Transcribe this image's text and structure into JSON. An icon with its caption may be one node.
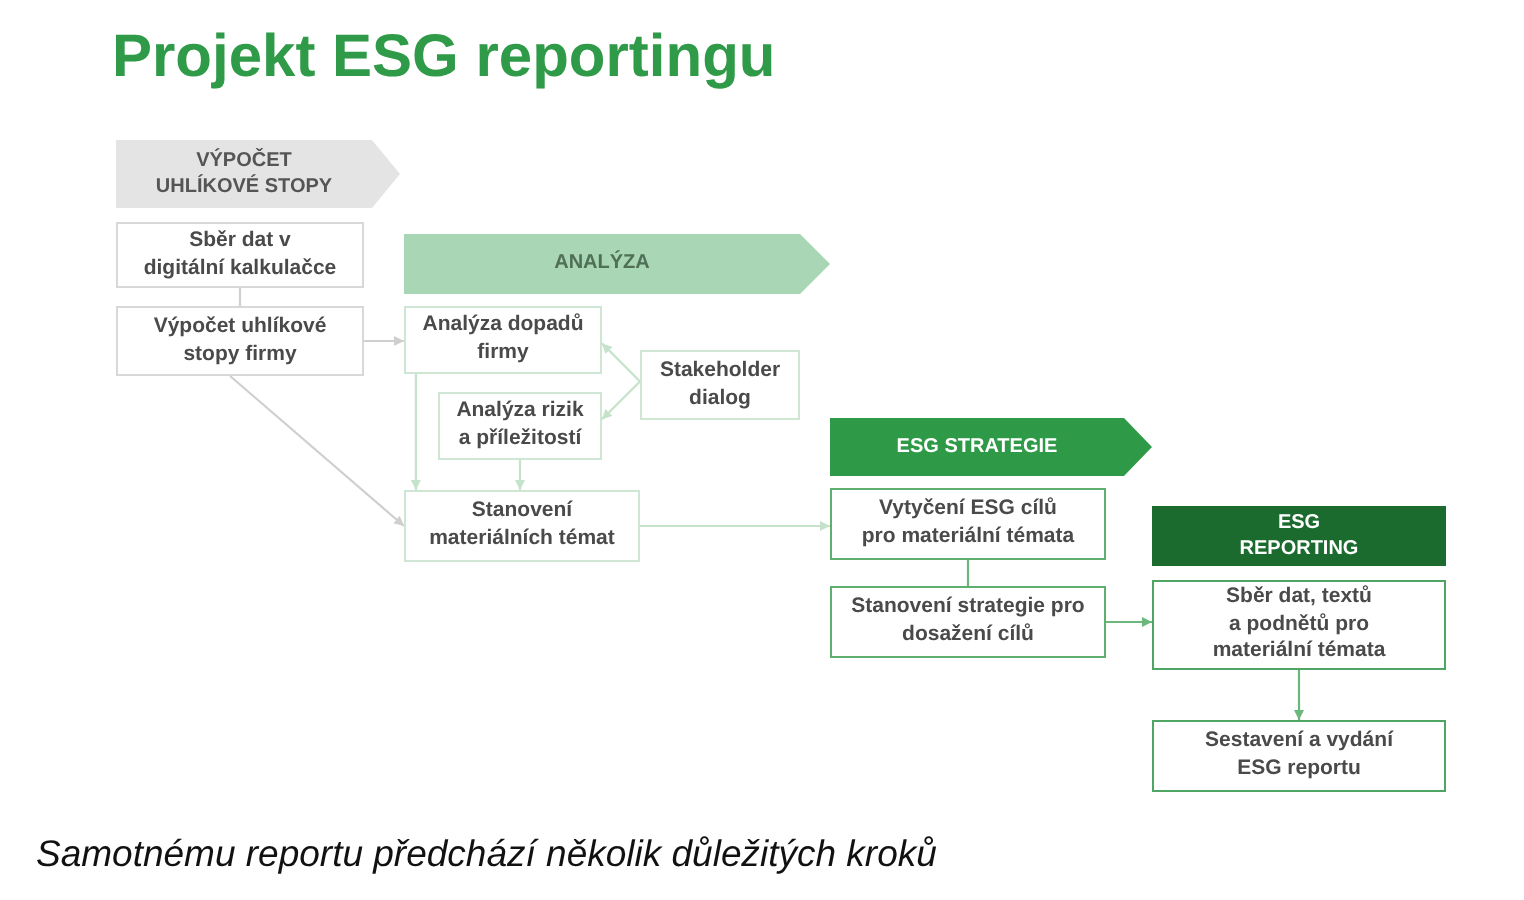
{
  "diagram": {
    "title": "Projekt ESG reportingu",
    "caption": "Samotnému reportu předchází několik důležitých kroků",
    "nodes": [
      {
        "text": [
          "VÝPOČET UHLÍKOVÉ STOPY"
        ]
      },
      {
        "text": [
          "Sběr dat v digitální kalkulačce"
        ]
      },
      {
        "text": [
          "Výpočet uhlíkové stopy firmy"
        ]
      },
      {
        "text": [
          "ANALÝZA"
        ]
      },
      {
        "text": [
          "Analýza dopadů firmy"
        ]
      },
      {
        "text": [
          "Analýza rizik a příležitostí"
        ]
      },
      {
        "text": [
          "Stakeholder dialog"
        ]
      },
      {
        "text": [
          "Stanovení materiálních témat"
        ]
      },
      {
        "text": [
          "ESG STRATEGIE"
        ]
      },
      {
        "text": [
          "Vytyčení ESG cílů pro materiální témata"
        ]
      },
      {
        "text": [
          "Stanovení strategie pro dosažení cílů"
        ]
      },
      {
        "text": [
          "ESG REPORTING"
        ]
      },
      {
        "text": [
          "Sběr dat, textů a podnětů pro materiální témata"
        ]
      },
      {
        "text": [
          "Sestavení a vydání ESG reportu"
        ]
      }
    ],
    "edges": [
      {
        "from": 1,
        "to": 2,
        "arrow": "none",
        "color": "#cfcfcf"
      },
      {
        "from": 2,
        "to": 4,
        "arrow": "to",
        "color": "#cfcfcf"
      },
      {
        "from": 2,
        "to": 7,
        "arrow": "to",
        "color": "#cfcfcf"
      },
      {
        "from": 6,
        "to": 4,
        "arrow": "to"
      },
      {
        "from": 6,
        "to": 5,
        "arrow": "to"
      },
      {
        "from": 4,
        "to": 7,
        "arrow": "to"
      },
      {
        "from": 5,
        "to": 7,
        "arrow": "to"
      },
      {
        "from": 7,
        "to": 9,
        "arrow": "to"
      },
      {
        "from": 9,
        "to": 10,
        "arrow": "none",
        "color": "#6cb77c"
      },
      {
        "from": 10,
        "to": 12,
        "arrow": "to",
        "color": "#6cb77c"
      },
      {
        "from": 12,
        "to": 13,
        "arrow": "to",
        "color": "#6cb77c"
      }
    ]
  }
}
